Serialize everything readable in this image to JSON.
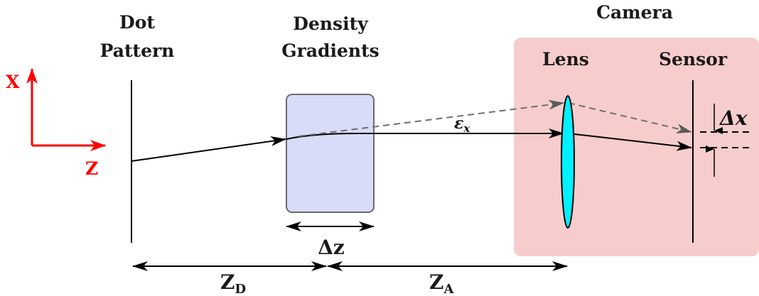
{
  "labels": {
    "dot_pattern_line1": "Dot",
    "dot_pattern_line2": "Pattern",
    "density_line1": "Density",
    "density_line2": "Gradients",
    "camera": "Camera",
    "lens": "Lens",
    "sensor": "Sensor"
  },
  "axes": {
    "x_label": "X",
    "z_label": "Z"
  },
  "dimensions": {
    "delta_z": "Δz",
    "delta_x": "Δx",
    "epsilon": "ε",
    "epsilon_sub": "x",
    "z_d_main": "Z",
    "z_d_sub": "D",
    "z_a_main": "Z",
    "z_a_sub": "A"
  },
  "colors": {
    "axis": "#ff0000",
    "camera_box": "#f6cdcc",
    "gradient_box_fill": "#d9dcf9",
    "gradient_box_stroke": "#6b6b6b",
    "lens": "#00f0ff",
    "ray": "#000000",
    "dashed_ray": "#6e6e6e"
  }
}
